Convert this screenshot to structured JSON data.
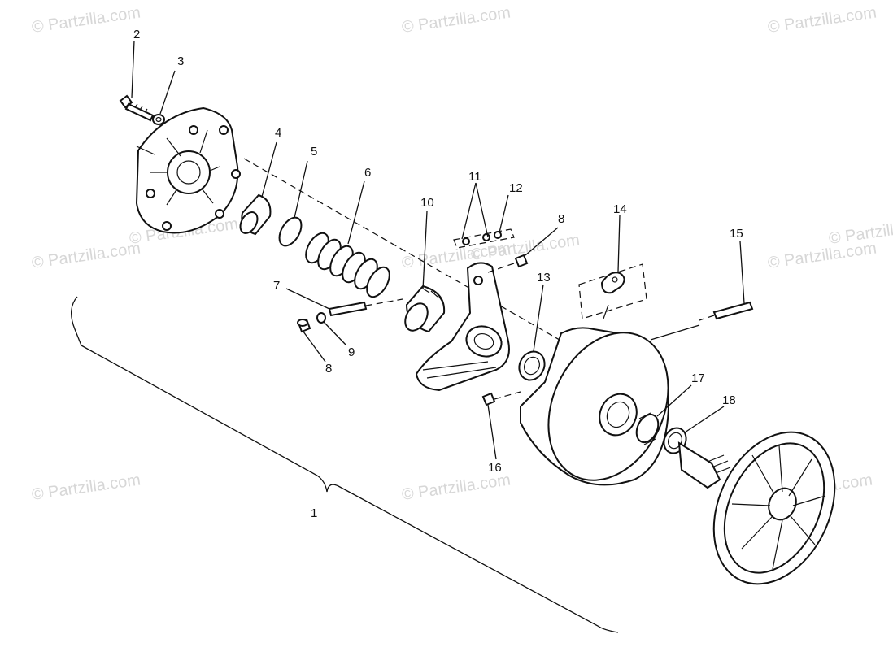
{
  "watermarks": [
    "© Partzilla.com",
    "© Partzilla.com",
    "© Partzilla.com",
    "© Partzilla.com",
    "© Partzilla.com",
    "© Partzilla.com",
    "© Partzilla.com",
    "© Partzilla.com",
    "© Partzilla.com",
    "© Partzilla.com",
    "© Partzilla.com",
    "© Partzilla.com"
  ],
  "callouts": {
    "c1": "1",
    "c2": "2",
    "c3": "3",
    "c4": "4",
    "c5": "5",
    "c6": "6",
    "c7": "7",
    "c8a": "8",
    "c8b": "8",
    "c9": "9",
    "c10": "10",
    "c11": "11",
    "c12": "12",
    "c13": "13",
    "c14": "14",
    "c15": "15",
    "c16": "16",
    "c17": "17",
    "c18": "18"
  }
}
